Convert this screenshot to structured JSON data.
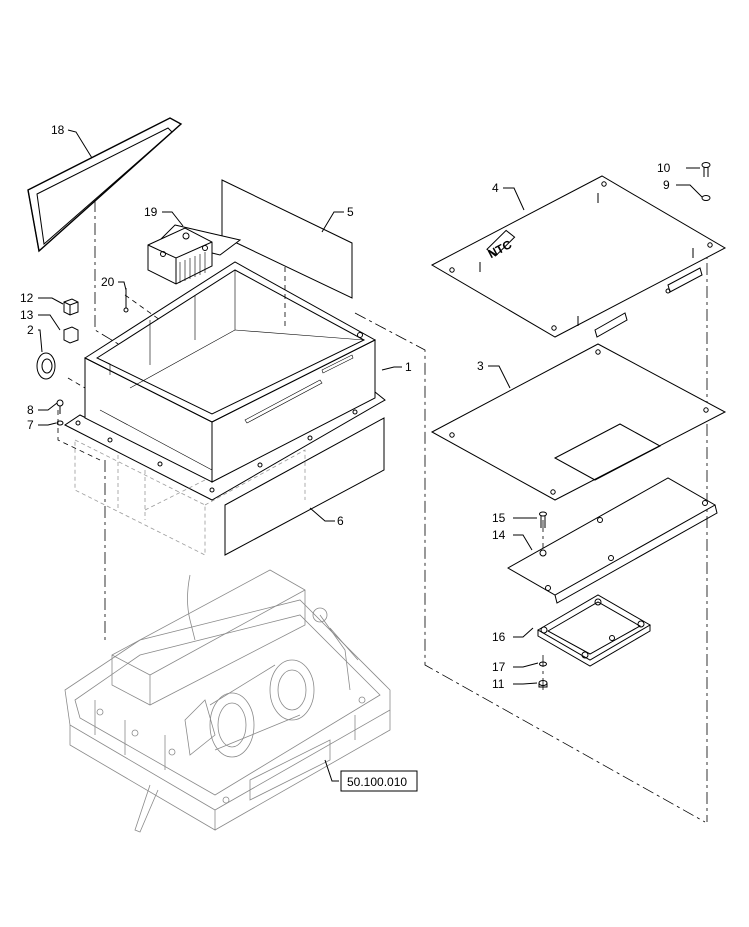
{
  "callouts": [
    {
      "id": "1",
      "label": "1"
    },
    {
      "id": "2",
      "label": "2"
    },
    {
      "id": "3",
      "label": "3"
    },
    {
      "id": "4",
      "label": "4"
    },
    {
      "id": "5",
      "label": "5"
    },
    {
      "id": "6",
      "label": "6"
    },
    {
      "id": "7",
      "label": "7"
    },
    {
      "id": "8",
      "label": "8"
    },
    {
      "id": "9",
      "label": "9"
    },
    {
      "id": "10",
      "label": "10"
    },
    {
      "id": "11",
      "label": "11"
    },
    {
      "id": "12",
      "label": "12"
    },
    {
      "id": "13",
      "label": "13"
    },
    {
      "id": "14",
      "label": "14"
    },
    {
      "id": "15",
      "label": "15"
    },
    {
      "id": "16",
      "label": "16"
    },
    {
      "id": "17",
      "label": "17"
    },
    {
      "id": "18",
      "label": "18"
    },
    {
      "id": "19",
      "label": "19"
    },
    {
      "id": "20",
      "label": "20"
    }
  ],
  "reference": {
    "label": "50.100.010"
  },
  "cover_text": "NTC"
}
